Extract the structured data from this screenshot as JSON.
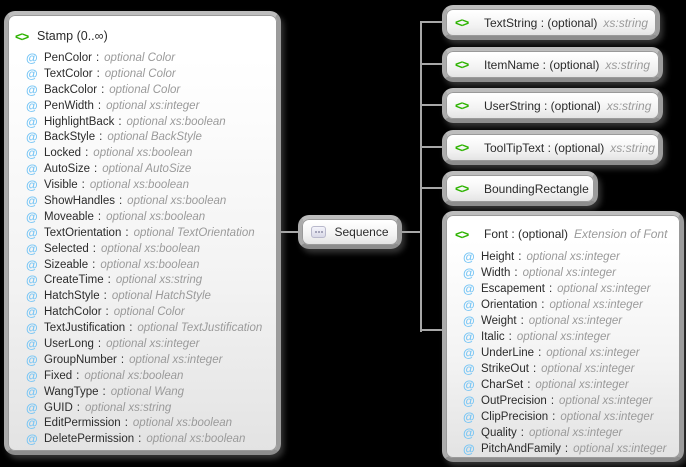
{
  "icons": {
    "element": "<>",
    "attribute": "@"
  },
  "labels": {
    "separator": ":"
  },
  "colors": {
    "element-green": "#2db300",
    "attribute-blue": "#76c5f5",
    "connector-gray": "#a8a8a8",
    "text-dark": "#2b2b2b",
    "text-muted": "#9a9a9a"
  },
  "stamp": {
    "title": "Stamp (0..∞)",
    "attributes": [
      {
        "name": "PenColor",
        "type": "optional Color"
      },
      {
        "name": "TextColor",
        "type": "optional Color"
      },
      {
        "name": "BackColor",
        "type": "optional Color"
      },
      {
        "name": "PenWidth",
        "type": "optional xs:integer"
      },
      {
        "name": "HighlightBack",
        "type": "optional xs:boolean"
      },
      {
        "name": "BackStyle",
        "type": "optional BackStyle"
      },
      {
        "name": "Locked",
        "type": "optional xs:boolean"
      },
      {
        "name": "AutoSize",
        "type": "optional AutoSize"
      },
      {
        "name": "Visible",
        "type": "optional xs:boolean"
      },
      {
        "name": "ShowHandles",
        "type": "optional xs:boolean"
      },
      {
        "name": "Moveable",
        "type": "optional xs:boolean"
      },
      {
        "name": "TextOrientation",
        "type": "optional TextOrientation"
      },
      {
        "name": "Selected",
        "type": "optional xs:boolean"
      },
      {
        "name": "Sizeable",
        "type": "optional xs:boolean"
      },
      {
        "name": "CreateTime",
        "type": "optional xs:string"
      },
      {
        "name": "HatchStyle",
        "type": "optional HatchStyle"
      },
      {
        "name": "HatchColor",
        "type": "optional Color"
      },
      {
        "name": "TextJustification",
        "type": "optional TextJustification"
      },
      {
        "name": "UserLong",
        "type": "optional xs:integer"
      },
      {
        "name": "GroupNumber",
        "type": "optional xs:integer"
      },
      {
        "name": "Fixed",
        "type": "optional xs:boolean"
      },
      {
        "name": "WangType",
        "type": "optional Wang"
      },
      {
        "name": "GUID",
        "type": "optional xs:string"
      },
      {
        "name": "EditPermission",
        "type": "optional xs:boolean"
      },
      {
        "name": "DeletePermission",
        "type": "optional xs:boolean"
      }
    ]
  },
  "sequence": {
    "label": "Sequence"
  },
  "children": [
    {
      "label": "TextString : (optional)",
      "type": "xs:string"
    },
    {
      "label": "ItemName : (optional)",
      "type": "xs:string"
    },
    {
      "label": "UserString : (optional)",
      "type": "xs:string"
    },
    {
      "label": "ToolTipText : (optional)",
      "type": "xs:string"
    },
    {
      "label": "BoundingRectangle",
      "type": ""
    },
    {
      "label": "Font : (optional)",
      "type": "Extension of Font"
    }
  ],
  "font": {
    "attributes": [
      {
        "name": "Height",
        "type": "optional xs:integer"
      },
      {
        "name": "Width",
        "type": "optional xs:integer"
      },
      {
        "name": "Escapement",
        "type": "optional xs:integer"
      },
      {
        "name": "Orientation",
        "type": "optional xs:integer"
      },
      {
        "name": "Weight",
        "type": "optional xs:integer"
      },
      {
        "name": "Italic",
        "type": "optional xs:integer"
      },
      {
        "name": "UnderLine",
        "type": "optional xs:integer"
      },
      {
        "name": "StrikeOut",
        "type": "optional xs:integer"
      },
      {
        "name": "CharSet",
        "type": "optional xs:integer"
      },
      {
        "name": "OutPrecision",
        "type": "optional xs:integer"
      },
      {
        "name": "ClipPrecision",
        "type": "optional xs:integer"
      },
      {
        "name": "Quality",
        "type": "optional xs:integer"
      },
      {
        "name": "PitchAndFamily",
        "type": "optional xs:integer"
      }
    ]
  }
}
